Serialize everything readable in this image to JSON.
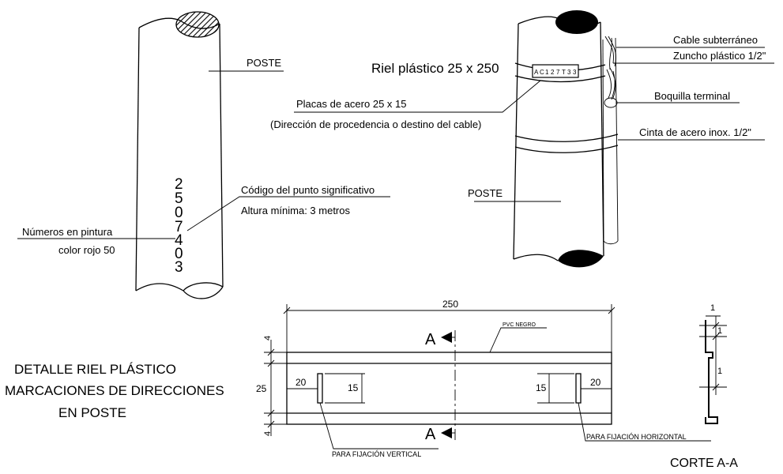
{
  "pole_left": {
    "label": "POSTE",
    "code_digits": [
      "2",
      "5",
      "0",
      "7",
      "4",
      "0",
      "3"
    ],
    "code_label": "Código del punto significativo",
    "height_note": "Altura mínima: 3 metros",
    "paint_label_1": "Números en pintura",
    "paint_label_2": "color rojo 50"
  },
  "pole_right": {
    "label": "POSTE",
    "rail_title": "Riel plástico 25 x 250",
    "plate_letters": [
      "A",
      "C",
      "1",
      "2",
      "7",
      "T",
      "3",
      "3"
    ],
    "plates_label": "Placas de acero 25 x 15",
    "plates_note": "(Dirección de procedencia o destino del cable)",
    "cable_label": "Cable subterráneo",
    "strap_label": "Zuncho plástico 1/2\"",
    "terminal_label": "Boquilla terminal",
    "band_label": "Cinta de acero inox. 1/2\""
  },
  "rail_detail": {
    "title_lines": [
      "DETALLE RIEL PLÁSTICO",
      "MARCACIONES DE DIRECCIONES",
      "EN POSTE"
    ],
    "dim_length": "250",
    "dim_height": "25",
    "dim_edge_top": "4",
    "dim_edge_bottom": "4",
    "dim_left_offset": "20",
    "dim_right_offset": "20",
    "dim_slot_left": "15",
    "dim_slot_right": "15",
    "material_label": "PVC NEGRO",
    "section_mark": "A",
    "vertical_fix_label": "PARA FIJACIÓN VERTICAL",
    "horizontal_fix_label": "PARA FIJACIÓN HORIZONTAL"
  },
  "section": {
    "title": "CORTE A-A",
    "dim_top": "1",
    "dim_mid": "1",
    "dim_side": "1"
  }
}
